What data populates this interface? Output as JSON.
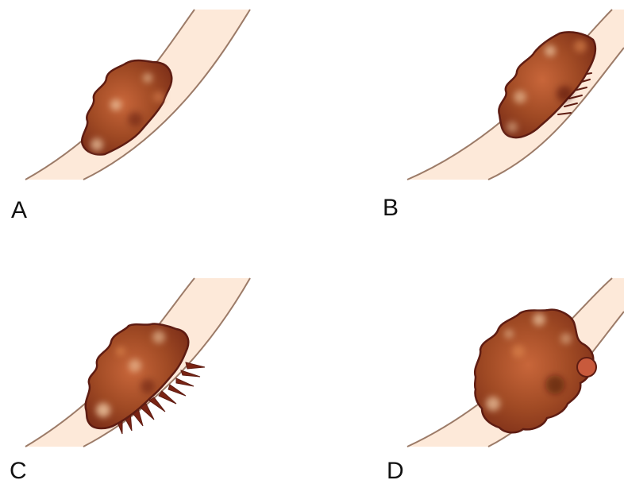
{
  "panels": [
    {
      "label": "A"
    },
    {
      "label": "B"
    },
    {
      "label": "C"
    },
    {
      "label": "D"
    }
  ],
  "colors": {
    "skin_fill": "#fde9d9",
    "skin_outline": "#9c7b68",
    "lesion_base": "#a04a24",
    "lesion_outline": "#5e1c12",
    "lesion_highlight": "#f0c9a4",
    "lesion_dark": "#3c0e08",
    "label_text": "#111111"
  }
}
